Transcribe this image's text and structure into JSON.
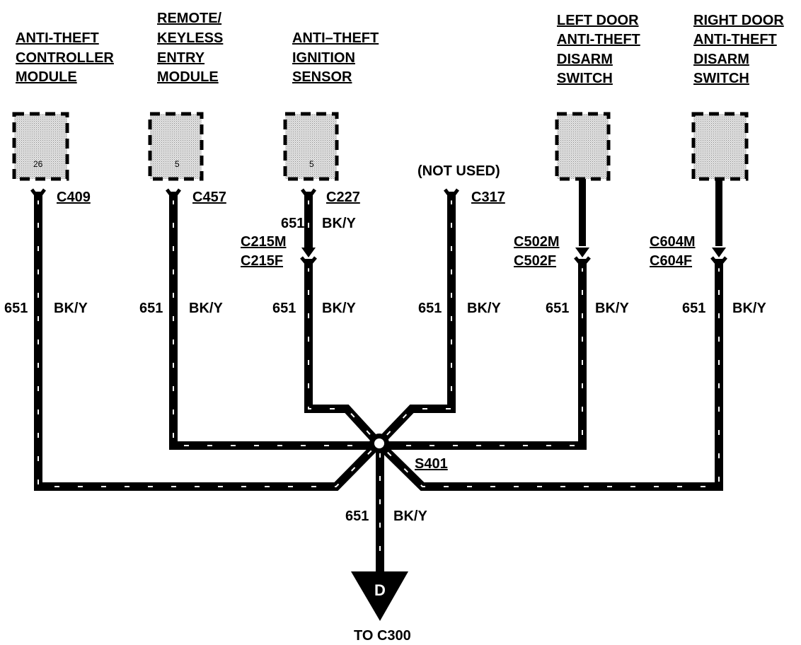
{
  "components": {
    "controller": {
      "title_lines": [
        "ANTI-THEFT",
        "CONTROLLER",
        "MODULE"
      ],
      "pin": "26",
      "connector": "C409"
    },
    "remote": {
      "title_lines": [
        "REMOTE/",
        "KEYLESS",
        "ENTRY",
        "MODULE"
      ],
      "pin": "5",
      "connector": "C457"
    },
    "ignition": {
      "title_lines": [
        "ANTI–THEFT",
        "IGNITION",
        "SENSOR"
      ],
      "pin": "5",
      "connector": "C227",
      "inline_male": "C215M",
      "inline_female": "C215F"
    },
    "not_used": {
      "note": "(NOT USED)",
      "connector": "C317"
    },
    "left_door": {
      "title_lines": [
        "LEFT DOOR",
        "ANTI-THEFT",
        "DISARM",
        "SWITCH"
      ],
      "inline_male": "C502M",
      "inline_female": "C502F"
    },
    "right_door": {
      "title_lines": [
        "RIGHT DOOR",
        "ANTI-THEFT",
        "DISARM",
        "SWITCH"
      ],
      "inline_male": "C604M",
      "inline_female": "C604F"
    }
  },
  "wire": {
    "circuit": "651",
    "color": "BK/Y"
  },
  "splice": "S401",
  "destination": {
    "symbol": "D",
    "label": "TO C300"
  }
}
